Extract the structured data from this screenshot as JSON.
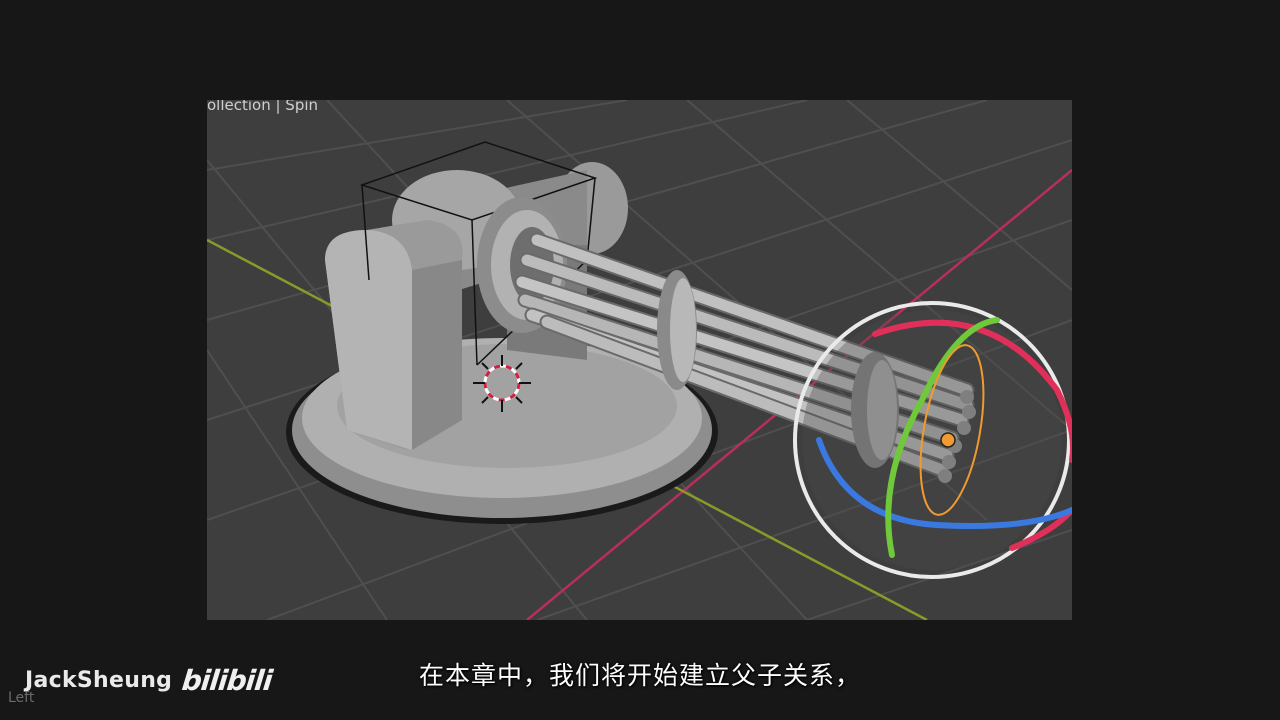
{
  "viewport": {
    "label": "ollection | Spin"
  },
  "subtitle": "在本章中，我们将开始建立父子关系，",
  "watermark": {
    "author": "JackSheung",
    "platform": "bilibili"
  },
  "corner_label": "Left",
  "colors": {
    "viewport_bg": "#3e3e3e",
    "grid_line": "#505050",
    "x_axis": "#c9305a",
    "y_axis": "#8a9a2a",
    "gizmo_red": "#e0305a",
    "gizmo_green": "#6fc93a",
    "gizmo_blue": "#3a7ae0",
    "gizmo_orange": "#f09a30",
    "model_gray": "#a8a8a8"
  }
}
